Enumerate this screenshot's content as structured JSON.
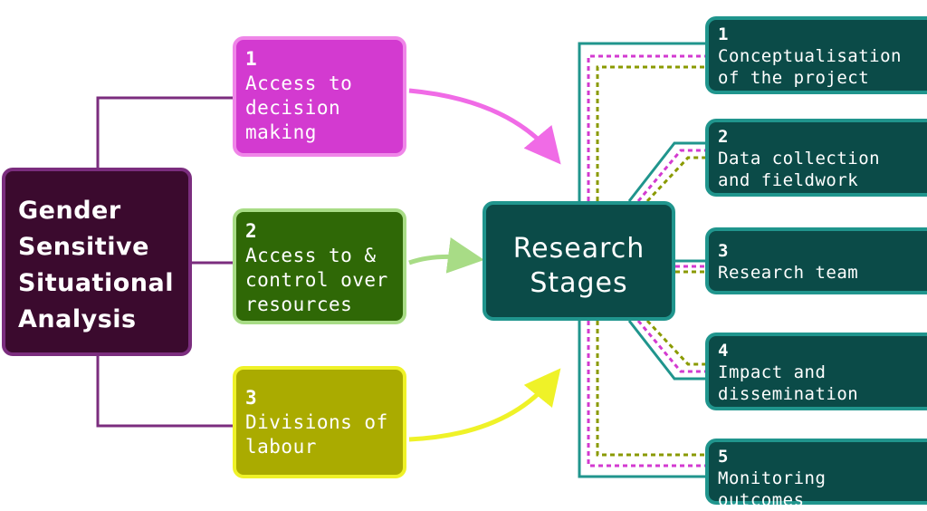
{
  "center_left": {
    "lines": [
      "Gender",
      "Sensitive",
      "Situational",
      "Analysis"
    ]
  },
  "factors": [
    {
      "number": "1",
      "label": "Access to\ndecision\nmaking",
      "fill": "#d33ad0",
      "border": "#ef86e8"
    },
    {
      "number": "2",
      "label": "Access to &\ncontrol over\nresources",
      "fill": "#2f6806",
      "border": "#a8dc86"
    },
    {
      "number": "3",
      "label": "Divisions of\nlabour",
      "fill": "#aaab00",
      "border": "#eff228"
    }
  ],
  "center_right": {
    "label": "Research\nStages",
    "fill": "#0b4b48",
    "border": "#20958d"
  },
  "stages": [
    {
      "number": "1",
      "label": "Conceptualisation\nof the project"
    },
    {
      "number": "2",
      "label": "Data collection\nand fieldwork"
    },
    {
      "number": "3",
      "label": "Research team"
    },
    {
      "number": "4",
      "label": "Impact and\ndissemination"
    },
    {
      "number": "5",
      "label": "Monitoring outcomes"
    }
  ],
  "colors": {
    "connector_purple": "#7b2d7e",
    "arrow_pink": "#f06be6",
    "arrow_green": "#a8dc86",
    "arrow_yellow": "#eff228",
    "connector_teal": "#20958d",
    "dashed_pink": "#d33ad0",
    "dashed_olive": "#8a9a00"
  }
}
